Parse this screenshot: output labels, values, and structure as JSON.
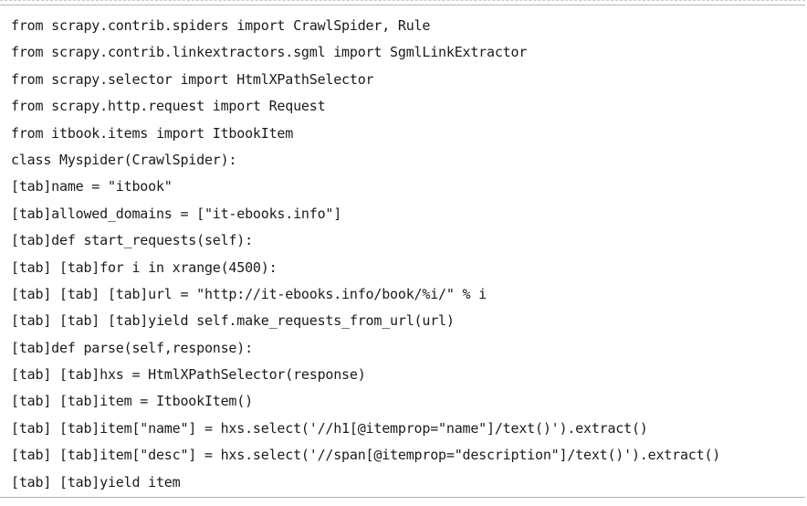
{
  "code": {
    "lines": [
      "from scrapy.contrib.spiders import CrawlSpider, Rule",
      "from scrapy.contrib.linkextractors.sgml import SgmlLinkExtractor",
      "from scrapy.selector import HtmlXPathSelector",
      "from scrapy.http.request import Request",
      "from itbook.items import ItbookItem",
      "class Myspider(CrawlSpider):",
      "[tab]name = \"itbook\"",
      "[tab]allowed_domains = [\"it-ebooks.info\"]",
      "[tab]def start_requests(self):",
      "[tab] [tab]for i in xrange(4500):",
      "[tab] [tab] [tab]url = \"http://it-ebooks.info/book/%i/\" % i",
      "[tab] [tab] [tab]yield self.make_requests_from_url(url)",
      "[tab]def parse(self,response):",
      "[tab] [tab]hxs = HtmlXPathSelector(response)",
      "[tab] [tab]item = ItbookItem()",
      "[tab] [tab]item[\"name\"] = hxs.select('//h1[@itemprop=\"name\"]/text()').extract()",
      "[tab] [tab]item[\"desc\"] = hxs.select('//span[@itemprop=\"description\"]/text()').extract()",
      "[tab] [tab]yield item"
    ]
  }
}
